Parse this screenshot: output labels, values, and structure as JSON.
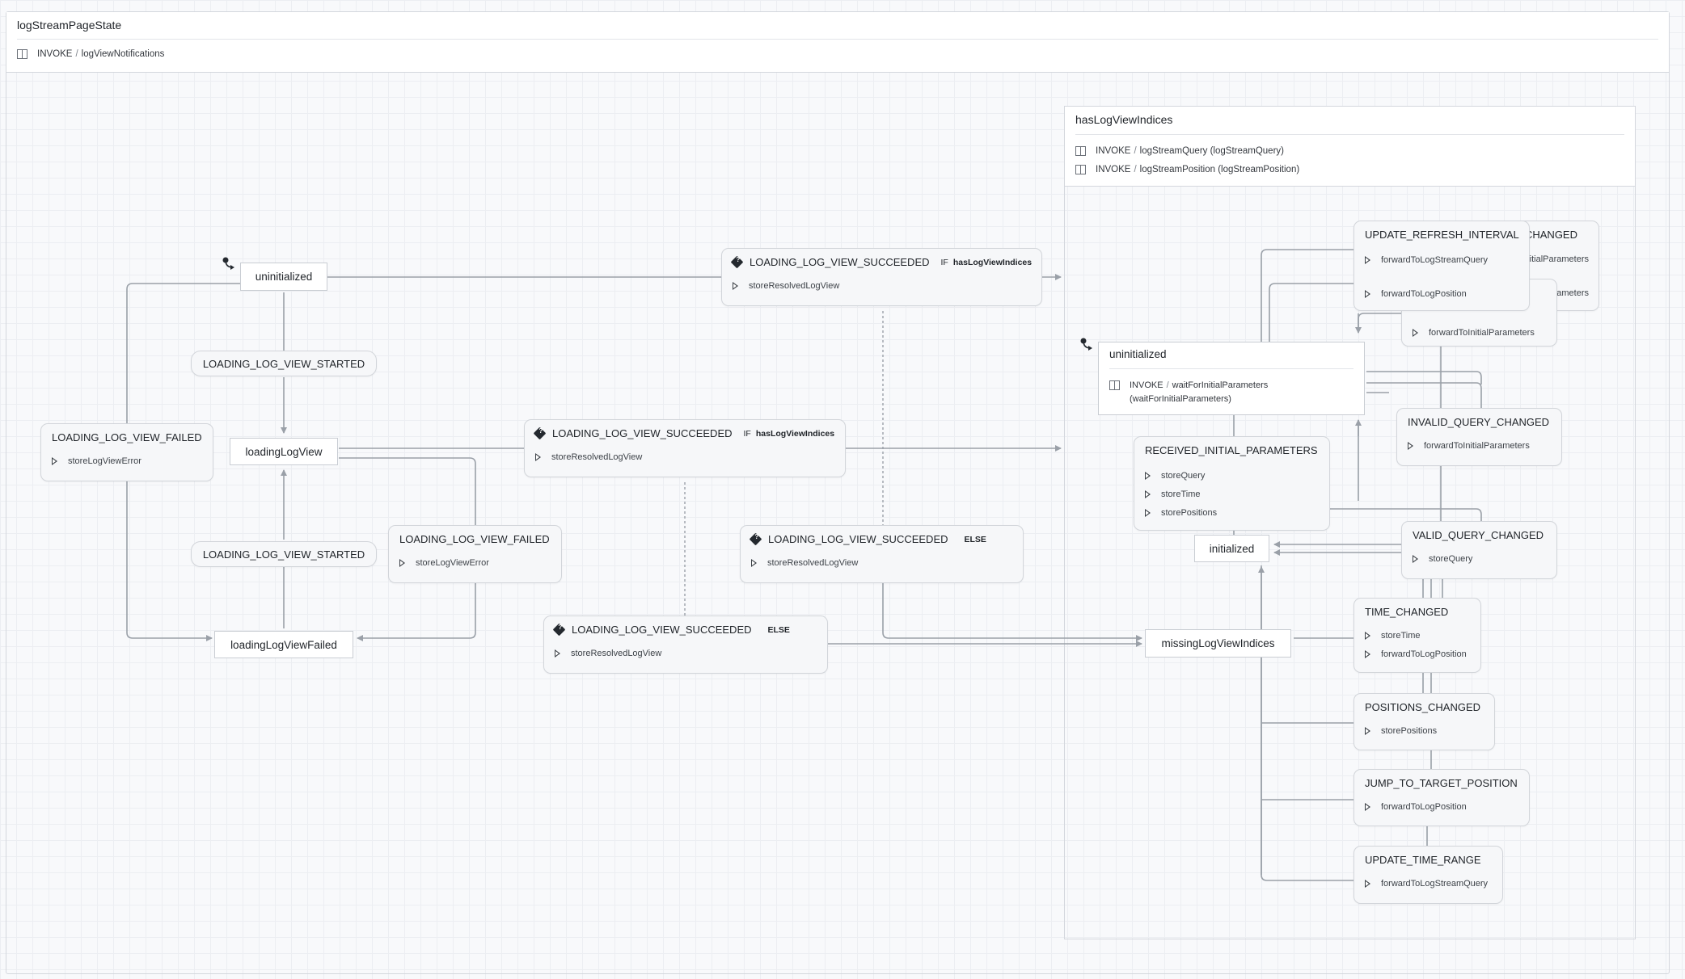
{
  "root": {
    "title": "logStreamPageState",
    "invoke": {
      "keyword": "INVOKE",
      "sep": "/",
      "name": "logViewNotifications"
    }
  },
  "states": {
    "uninitialized": "uninitialized",
    "loadingLogView": "loadingLogView",
    "loadingLogViewFailed": "loadingLogViewFailed",
    "has_uninitialized": "uninitialized",
    "initialized": "initialized",
    "missingLogViewIndices": "missingLogViewIndices"
  },
  "hasLogViewIndices": {
    "title": "hasLogViewIndices",
    "invokes": [
      {
        "keyword": "INVOKE",
        "sep": "/",
        "name": "logStreamQuery (logStreamQuery)"
      },
      {
        "keyword": "INVOKE",
        "sep": "/",
        "name": "logStreamPosition (logStreamPosition)"
      }
    ],
    "uninitialized_invoke": {
      "keyword": "INVOKE",
      "sep": "/",
      "name": "waitForInitialParameters",
      "name2": "(waitForInitialParameters)"
    }
  },
  "events": {
    "e_success_top": {
      "label": "LOADING_LOG_VIEW_SUCCEEDED",
      "cond_kw": "IF",
      "cond": "hasLogViewIndices",
      "action": "storeResolvedLogView"
    },
    "e_started_1": {
      "label": "LOADING_LOG_VIEW_STARTED"
    },
    "e_failed_left": {
      "label": "LOADING_LOG_VIEW_FAILED",
      "action": "storeLogViewError"
    },
    "e_success_mid": {
      "label": "LOADING_LOG_VIEW_SUCCEEDED",
      "cond_kw": "IF",
      "cond": "hasLogViewIndices",
      "action": "storeResolvedLogView"
    },
    "e_started_2": {
      "label": "LOADING_LOG_VIEW_STARTED"
    },
    "e_failed_mid": {
      "label": "LOADING_LOG_VIEW_FAILED",
      "action": "storeLogViewError"
    },
    "e_success_else_top": {
      "label": "LOADING_LOG_VIEW_SUCCEEDED",
      "cond_kw": "ELSE",
      "action": "storeResolvedLogView"
    },
    "e_success_else_bot": {
      "label": "LOADING_LOG_VIEW_SUCCEEDED",
      "cond_kw": "ELSE",
      "action": "storeResolvedLogView"
    },
    "e_changed_hidden": {
      "label": "CHANGED",
      "a1": "itialParameters",
      "a2": "itialParameters"
    },
    "e_refresh": {
      "label": "UPDATE_REFRESH_INTERVAL",
      "a1": "forwardToLogStreamQuery",
      "a2": "forwardToLogPosition"
    },
    "e_fwd_initial": {
      "a1": "forwardToInitialParameters"
    },
    "e_invalid_query": {
      "label": "INVALID_QUERY_CHANGED",
      "a1": "forwardToInitialParameters"
    },
    "e_received": {
      "label": "RECEIVED_INITIAL_PARAMETERS",
      "a1": "storeQuery",
      "a2": "storeTime",
      "a3": "storePositions"
    },
    "e_valid_query": {
      "label": "VALID_QUERY_CHANGED",
      "a1": "storeQuery"
    },
    "e_time": {
      "label": "TIME_CHANGED",
      "a1": "storeTime",
      "a2": "forwardToLogPosition"
    },
    "e_positions": {
      "label": "POSITIONS_CHANGED",
      "a1": "storePositions"
    },
    "e_jump": {
      "label": "JUMP_TO_TARGET_POSITION",
      "a1": "forwardToLogPosition"
    },
    "e_time_range": {
      "label": "UPDATE_TIME_RANGE",
      "a1": "forwardToLogStreamQuery"
    }
  },
  "colors": {
    "edge": "#9aa0a8",
    "border": "#c9cdd3",
    "text": "#1f2328"
  }
}
